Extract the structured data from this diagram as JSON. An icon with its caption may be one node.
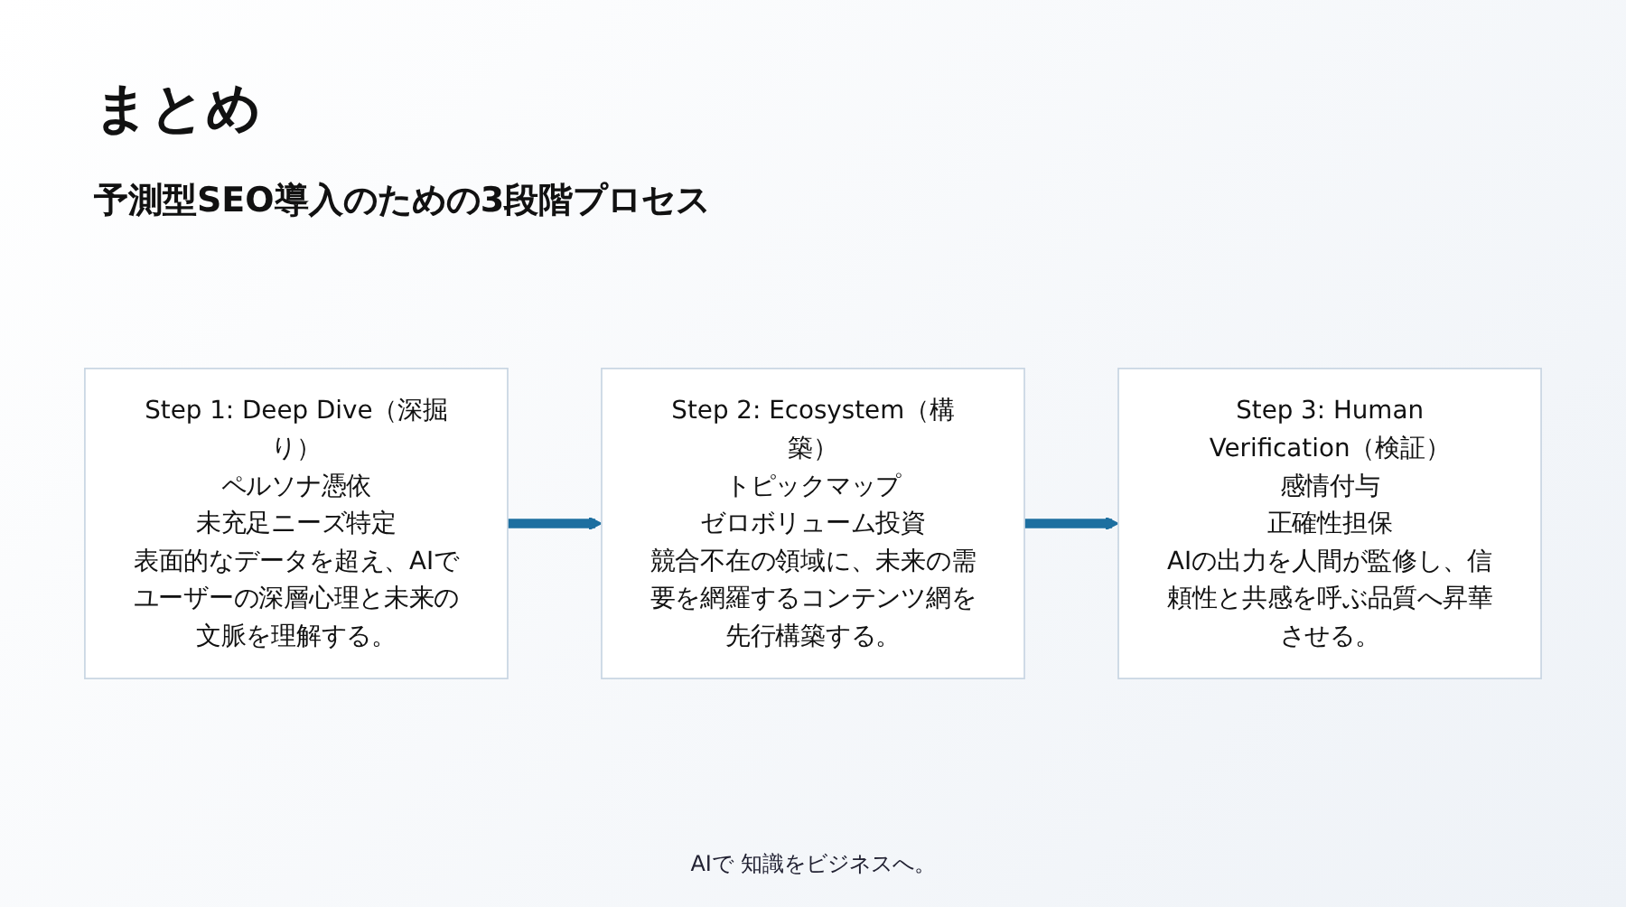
{
  "diagram": {
    "title": "まとめ",
    "nodes": [
      {
        "text": [
          "Step 1: Deep Dive（深掘り）",
          "ペルソナ憑依",
          "未充足ニーズ特定",
          "表面的なデータを超え、AIでユーザーの深層心理と未来の文脈を理解する。"
        ]
      },
      {
        "text": [
          "Step 2: Ecosystem（構築）",
          "トピックマップ",
          "ゼロボリューム投資",
          "競合不在の領域に、未来の需要を網羅するコンテンツ網を先行構築する。"
        ]
      },
      {
        "text": [
          "Step 3: Human Verification（検証）",
          "感情付与",
          "正確性担保",
          "AIの出力を人間が監修し、信頼性と共感を呼ぶ品質へ昇華させる。"
        ]
      }
    ],
    "edges": [
      {
        "from": 0,
        "to": 1,
        "arrow": "to"
      },
      {
        "from": 1,
        "to": 2,
        "arrow": "to"
      }
    ],
    "labels": [
      "予測型SEO導入のための3段階プロセス",
      "AIで 知識をビジネスへ。"
    ]
  }
}
